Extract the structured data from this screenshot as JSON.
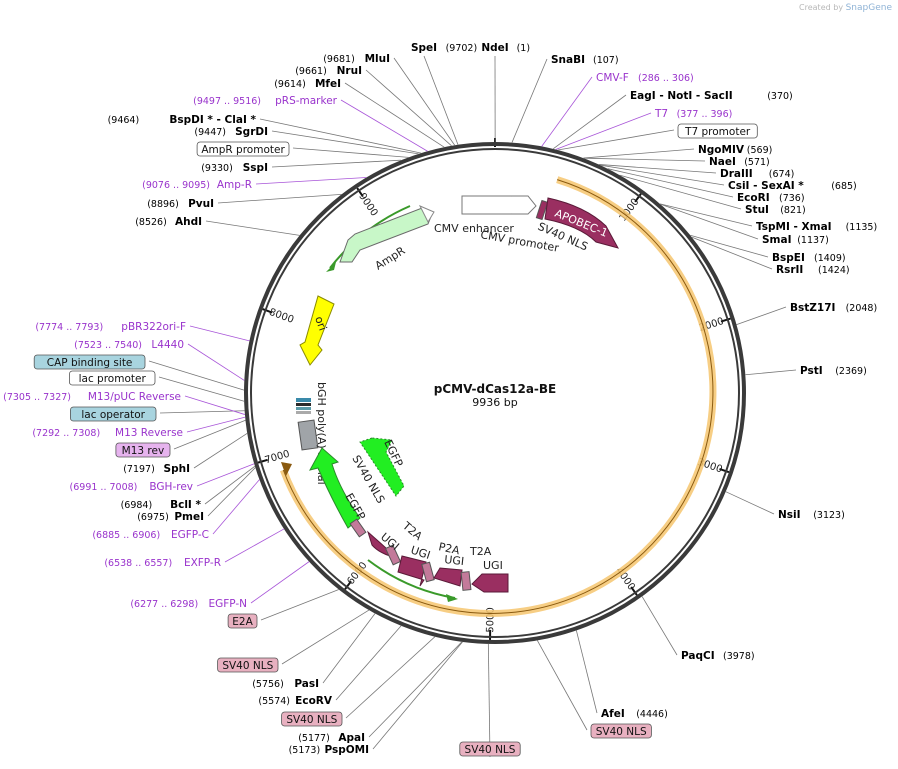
{
  "brand": {
    "created_by": "Created by",
    "name": "SnapGene"
  },
  "plasmid": {
    "name": "pCMV-dCas12a-BE",
    "length_label": "9936 bp",
    "length_bp": 9936
  },
  "ticks": [
    {
      "bp": 1000,
      "label": "1000"
    },
    {
      "bp": 2000,
      "label": "2000"
    },
    {
      "bp": 3000,
      "label": "3000"
    },
    {
      "bp": 4000,
      "label": "4000"
    },
    {
      "bp": 5000,
      "label": "5000"
    },
    {
      "bp": 6000,
      "label": "6000"
    },
    {
      "bp": 7000,
      "label": "7000"
    },
    {
      "bp": 8000,
      "label": "8000"
    },
    {
      "bp": 9000,
      "label": "9000"
    }
  ],
  "labels": [
    {
      "id": "spei",
      "name": "SpeI",
      "pos": "(9702)",
      "kind": "site",
      "bp": 9702
    },
    {
      "id": "ndei",
      "name": "NdeI",
      "pos": "(1)",
      "kind": "site",
      "bp": 1
    },
    {
      "id": "snabi",
      "name": "SnaBI",
      "pos": "(107)",
      "kind": "site",
      "bp": 107
    },
    {
      "id": "mlui",
      "name": "MluI",
      "pos": "(9681)",
      "kind": "site",
      "bp": 9681
    },
    {
      "id": "nrui",
      "name": "NruI",
      "pos": "(9661)",
      "kind": "site",
      "bp": 9661
    },
    {
      "id": "mfei",
      "name": "MfeI",
      "pos": "(9614)",
      "kind": "site",
      "bp": 9614
    },
    {
      "id": "prs",
      "name": "pRS-marker",
      "pos": "(9497 .. 9516)",
      "kind": "primer",
      "bp": 9506
    },
    {
      "id": "bspdi",
      "name": "BspDI * - ClaI *",
      "pos": "(9464)",
      "kind": "site",
      "bp": 9464
    },
    {
      "id": "sgrdi",
      "name": "SgrDI",
      "pos": "(9447)",
      "kind": "site",
      "bp": 9447
    },
    {
      "id": "amprprom",
      "name": "AmpR promoter",
      "pos": "",
      "kind": "box",
      "bp": 9380
    },
    {
      "id": "sspi",
      "name": "SspI",
      "pos": "(9330)",
      "kind": "site",
      "bp": 9330
    },
    {
      "id": "ampr-r",
      "name": "Amp-R",
      "pos": "(9076 .. 9095)",
      "kind": "primer",
      "bp": 9085
    },
    {
      "id": "pvui",
      "name": "PvuI",
      "pos": "(8896)",
      "kind": "site",
      "bp": 8896
    },
    {
      "id": "ahdi",
      "name": "AhdI",
      "pos": "(8526)",
      "kind": "site",
      "bp": 8526
    },
    {
      "id": "cmvf",
      "name": "CMV-F",
      "pos": "(286 .. 306)",
      "kind": "primer",
      "bp": 296
    },
    {
      "id": "eagi",
      "name": "EagI - NotI - SacII",
      "pos": "(370)",
      "kind": "site",
      "bp": 370
    },
    {
      "id": "t7",
      "name": "T7",
      "pos": "(377 .. 396)",
      "kind": "primer",
      "bp": 386
    },
    {
      "id": "t7prom",
      "name": "T7 promoter",
      "pos": "",
      "kind": "box",
      "bp": 400
    },
    {
      "id": "ngomiv",
      "name": "NgoMIV",
      "pos": "(569)",
      "kind": "site",
      "bp": 569
    },
    {
      "id": "naei",
      "name": "NaeI",
      "pos": "(571)",
      "kind": "site",
      "bp": 571
    },
    {
      "id": "draiii",
      "name": "DraIII",
      "pos": "(674)",
      "kind": "site",
      "bp": 674
    },
    {
      "id": "csii",
      "name": "CsiI - SexAI *",
      "pos": "(685)",
      "kind": "site",
      "bp": 685
    },
    {
      "id": "ecori",
      "name": "EcoRI",
      "pos": "(736)",
      "kind": "site",
      "bp": 736
    },
    {
      "id": "stui",
      "name": "StuI",
      "pos": "(821)",
      "kind": "site",
      "bp": 821
    },
    {
      "id": "tspmi",
      "name": "TspMI - XmaI",
      "pos": "(1135)",
      "kind": "site",
      "bp": 1135
    },
    {
      "id": "smai",
      "name": "SmaI",
      "pos": "(1137)",
      "kind": "site",
      "bp": 1137
    },
    {
      "id": "bspei",
      "name": "BspEI",
      "pos": "(1409)",
      "kind": "site",
      "bp": 1409
    },
    {
      "id": "rsrii",
      "name": "RsrII",
      "pos": "(1424)",
      "kind": "site",
      "bp": 1424
    },
    {
      "id": "bstz",
      "name": "BstZ17I",
      "pos": "(2048)",
      "kind": "site",
      "bp": 2048
    },
    {
      "id": "psti",
      "name": "PstI",
      "pos": "(2369)",
      "kind": "site",
      "bp": 2369
    },
    {
      "id": "nsii",
      "name": "NsiI",
      "pos": "(3123)",
      "kind": "site",
      "bp": 3123
    },
    {
      "id": "paqci",
      "name": "PaqCI",
      "pos": "(3978)",
      "kind": "site",
      "bp": 3978
    },
    {
      "id": "afei",
      "name": "AfeI",
      "pos": "(4446)",
      "kind": "site",
      "bp": 4446
    },
    {
      "id": "sv40a",
      "name": "SV40 NLS",
      "pos": "",
      "kind": "box",
      "bp": 4700
    },
    {
      "id": "sv40b",
      "name": "SV40 NLS",
      "pos": "",
      "kind": "box",
      "bp": 5010
    },
    {
      "id": "apai",
      "name": "ApaI",
      "pos": "(5177)",
      "kind": "site",
      "bp": 5177
    },
    {
      "id": "pspomi",
      "name": "PspOMI",
      "pos": "(5173)",
      "kind": "site",
      "bp": 5173
    },
    {
      "id": "sv40c",
      "name": "SV40 NLS",
      "pos": "",
      "kind": "box",
      "bp": 5350
    },
    {
      "id": "ecorv",
      "name": "EcoRV",
      "pos": "(5574)",
      "kind": "site",
      "bp": 5574
    },
    {
      "id": "pasi",
      "name": "PasI",
      "pos": "(5756)",
      "kind": "site",
      "bp": 5756
    },
    {
      "id": "sv40d",
      "name": "SV40 NLS",
      "pos": "",
      "kind": "box",
      "bp": 5800
    },
    {
      "id": "e2a",
      "name": "E2A",
      "pos": "",
      "kind": "box",
      "bp": 6030
    },
    {
      "id": "egfpn",
      "name": "EGFP-N",
      "pos": "(6277 .. 6298)",
      "kind": "primer",
      "bp": 6287
    },
    {
      "id": "exfpr",
      "name": "EXFP-R",
      "pos": "(6538 .. 6557)",
      "kind": "primer",
      "bp": 6547
    },
    {
      "id": "egfpc",
      "name": "EGFP-C",
      "pos": "(6885 .. 6906)",
      "kind": "primer",
      "bp": 6895
    },
    {
      "id": "pmei",
      "name": "PmeI",
      "pos": "(6975)",
      "kind": "site",
      "bp": 6975
    },
    {
      "id": "bcli",
      "name": "BclI *",
      "pos": "(6984)",
      "kind": "site",
      "bp": 6984
    },
    {
      "id": "bghrev",
      "name": "BGH-rev",
      "pos": "(6991 .. 7008)",
      "kind": "primer",
      "bp": 7000
    },
    {
      "id": "sphi",
      "name": "SphI",
      "pos": "(7197)",
      "kind": "site",
      "bp": 7197
    },
    {
      "id": "m13revbox",
      "name": "M13 rev",
      "pos": "",
      "kind": "box",
      "bp": 7280
    },
    {
      "id": "m13rev",
      "name": "M13 Reverse",
      "pos": "(7292 .. 7308)",
      "kind": "primer",
      "bp": 7300
    },
    {
      "id": "lacop",
      "name": "lac operator",
      "pos": "",
      "kind": "box",
      "bp": 7340
    },
    {
      "id": "m13puc",
      "name": "M13/pUC Reverse",
      "pos": "(7305 .. 7327)",
      "kind": "primer",
      "bp": 7316
    },
    {
      "id": "lacprom",
      "name": "lac promoter",
      "pos": "",
      "kind": "box",
      "bp": 7400
    },
    {
      "id": "cap",
      "name": "CAP binding site",
      "pos": "",
      "kind": "box",
      "bp": 7470
    },
    {
      "id": "l4440",
      "name": "L4440",
      "pos": "(7523 .. 7540)",
      "kind": "primer",
      "bp": 7531
    },
    {
      "id": "pbr322",
      "name": "pBR322ori-F",
      "pos": "(7774 .. 7793)",
      "kind": "primer",
      "bp": 7783
    }
  ],
  "features": [
    {
      "name": "APOBEC-1",
      "color": "#9a2f61"
    },
    {
      "name": "SV40 NLS",
      "color": "#9a2f61"
    },
    {
      "name": "CMV enhancer",
      "color": "#ffffff"
    },
    {
      "name": "CMV promoter",
      "color": "#ffffff"
    },
    {
      "name": "AmpR",
      "color": "#c8f7c8"
    },
    {
      "name": "ori",
      "color": "#ffff00"
    },
    {
      "name": "bGH poly(A) signal",
      "color": "#a0a4a8"
    },
    {
      "name": "EGFP",
      "color": "#22ee22"
    },
    {
      "name": "SV40 NLS",
      "color": "#9a2f61"
    },
    {
      "name": "EGFP",
      "color": "#22ee22"
    },
    {
      "name": "UGI",
      "color": "#9a2f61"
    },
    {
      "name": "T2A",
      "color": "#9a2f61"
    },
    {
      "name": "UGI",
      "color": "#9a2f61"
    },
    {
      "name": "P2A",
      "color": "#9a2f61"
    },
    {
      "name": "UGI",
      "color": "#9a2f61"
    },
    {
      "name": "T2A",
      "color": "#9a2f61"
    },
    {
      "name": "UGI",
      "color": "#9a2f61"
    }
  ],
  "colors": {
    "backbone": "#333333",
    "site": "#000000",
    "primer": "#9933cc",
    "orf": "#f2b34a",
    "cds": "#9a2f61"
  }
}
